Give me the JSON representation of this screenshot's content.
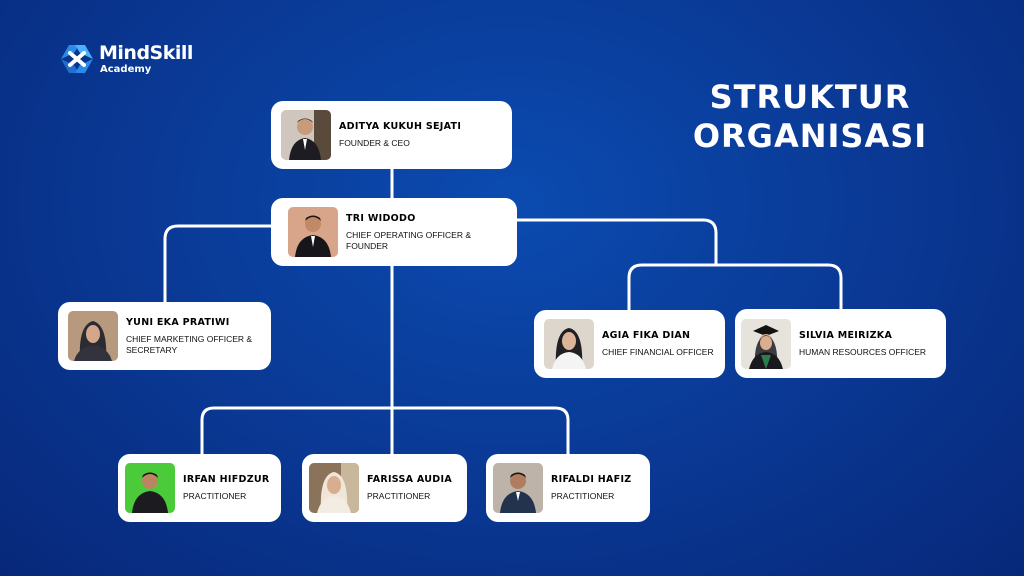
{
  "logo": {
    "brand": "MindSkill",
    "sub": "Academy"
  },
  "title": {
    "line1": "STRUKTUR",
    "line2": "ORGANISASI"
  },
  "people": {
    "ceo": {
      "name": "ADITYA KUKUH SEJATI",
      "role": "FOUNDER & CEO"
    },
    "coo": {
      "name": "TRI WIDODO",
      "role": "CHIEF OPERATING OFFICER & FOUNDER"
    },
    "cmo": {
      "name": "YUNI EKA PRATIWI",
      "role": "CHIEF MARKETING OFFICER & SECRETARY"
    },
    "cfo": {
      "name": "AGIA FIKA DIAN",
      "role": "CHIEF FINANCIAL OFFICER"
    },
    "hr": {
      "name": "SILVIA MEIRIZKA",
      "role": "HUMAN RESOURCES OFFICER"
    },
    "p1": {
      "name": "IRFAN HIFDZUR",
      "role": "PRACTITIONER"
    },
    "p2": {
      "name": "FARISSA AUDIA",
      "role": "PRACTITIONER"
    },
    "p3": {
      "name": "RIFALDI HAFIZ",
      "role": "PRACTITIONER"
    }
  },
  "colors": {
    "background": "#0a3b98",
    "card": "#ffffff",
    "connector": "#ffffff"
  }
}
